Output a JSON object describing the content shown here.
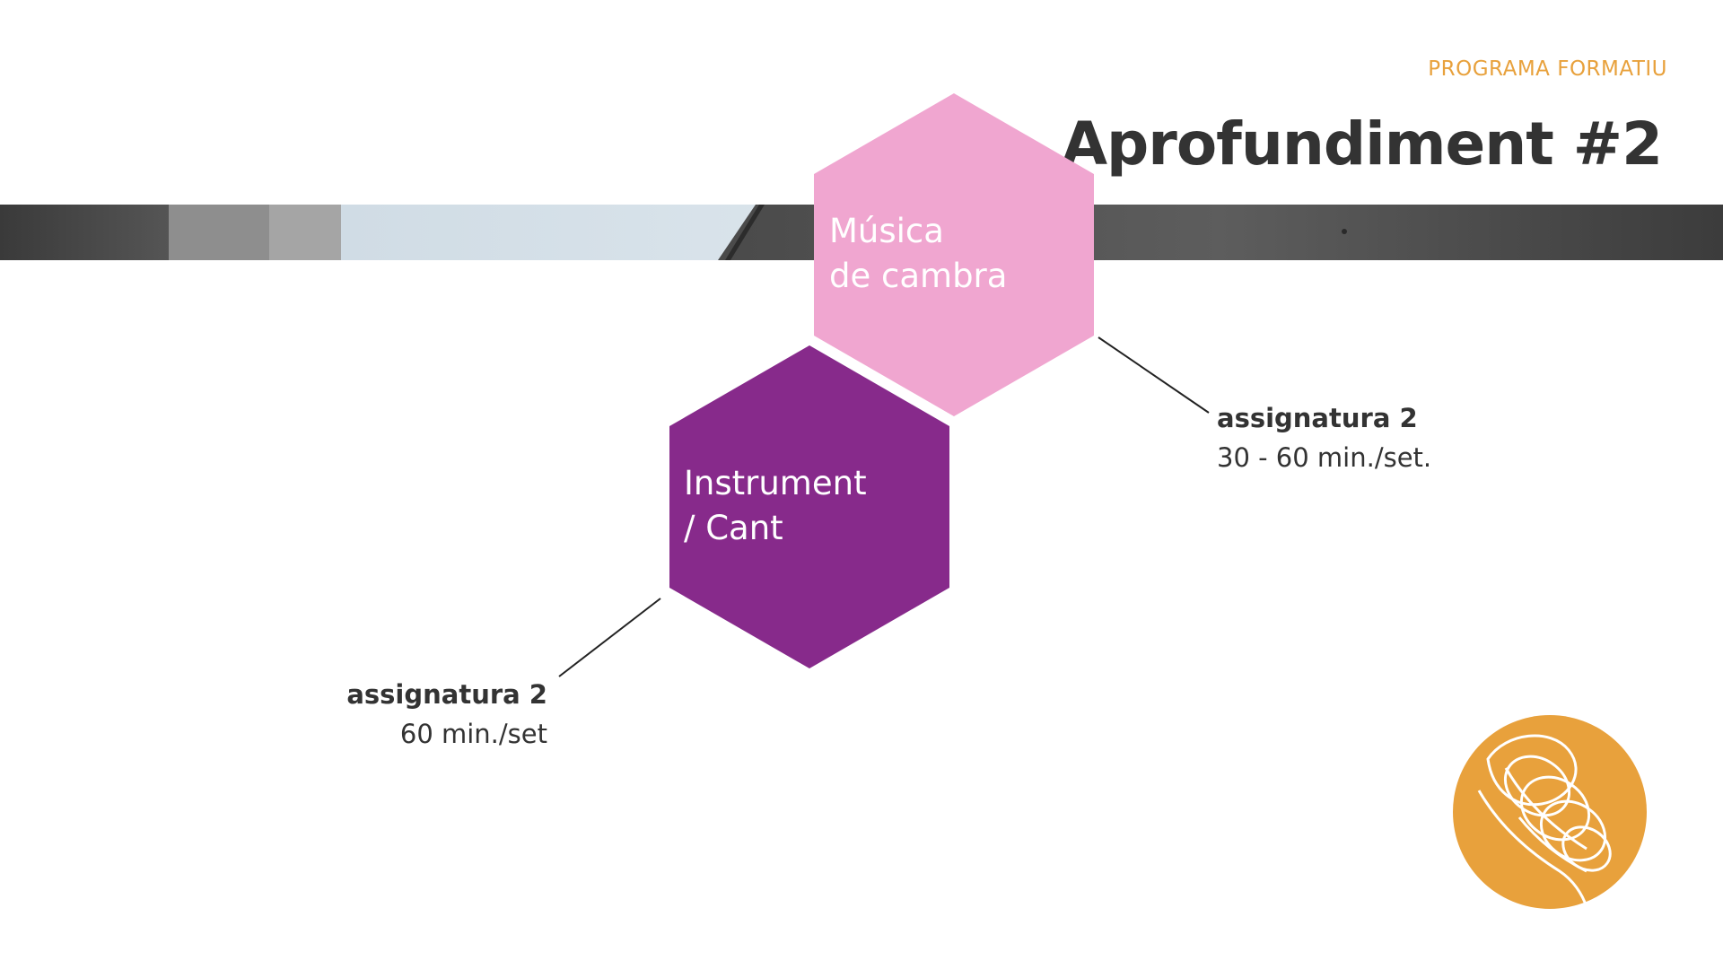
{
  "header": {
    "label": "PROGRAMA FORMATIU",
    "title": "Aprofundiment #2"
  },
  "colors": {
    "accent": "#e8a13c",
    "hex_pink": "#f0a6d0",
    "hex_purple": "#872a8b",
    "text_dark": "#333333"
  },
  "diagram": {
    "hexagons": [
      {
        "line1": "Música",
        "line2": "de cambra"
      },
      {
        "line1": "Instrument",
        "line2": "/ Cant"
      }
    ],
    "callouts": [
      {
        "title": "assignatura 2",
        "detail": "30 - 60 min./set."
      },
      {
        "title": "assignatura 2",
        "detail": "60 min./set"
      }
    ]
  },
  "logo": {
    "icon": "orange-circle-rings-logo"
  }
}
